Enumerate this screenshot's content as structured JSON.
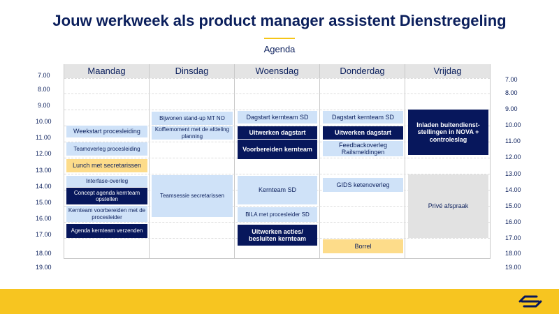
{
  "title": "Jouw werkweek als product manager assistent Dienstregeling",
  "subtitle": "Agenda",
  "days": [
    "Maandag",
    "Dinsdag",
    "Woensdag",
    "Donderdag",
    "Vrijdag"
  ],
  "times_left": [
    "7.00",
    "8.00",
    "9.00",
    "10.00",
    "11.00",
    "12.00",
    "13.00",
    "14.00",
    "15.00",
    "16.00",
    "17.00",
    "18.00",
    "19.00"
  ],
  "times_right": [
    "7.00",
    "8.00",
    "9.00",
    "10.00",
    "11.00",
    "12.00",
    "13.00",
    "14.00",
    "15.00",
    "16.00",
    "17.00",
    "18.00",
    "19.00"
  ],
  "events": {
    "ma_weekstart": "Weekstart procesleiding",
    "ma_teamoverleg": "Teamoverleg procesleiding",
    "ma_lunch": "Lunch met secretarissen",
    "ma_interfase": "Interfase-overleg",
    "ma_concept": "Concept agenda kernteam opstellen",
    "ma_kernteam_voorbereiden": "Kernteam voorbereiden met de procesleider",
    "ma_agenda": "Agenda kernteam verzenden",
    "di_standup": "Bijwonen stand-up MT NO",
    "di_koffie": "Koffiemoment met de afdeling planning",
    "di_teamsessie": "Teamsessie secretarissen",
    "wo_dagstart_sd": "Dagstart kernteam SD",
    "wo_uitwerken": "Uitwerken dagstart",
    "wo_voorbereiden": "Voorbereiden kernteam",
    "wo_kernteam_sd": "Kernteam SD",
    "wo_bila": "BILA met procesleider SD",
    "wo_acties": "Uitwerken acties/ besluiten kernteam",
    "do_dagstart_sd": "Dagstart kernteam SD",
    "do_uitwerken": "Uitwerken dagstart",
    "do_feedback": "Feedbackoverleg Railsmeldingen",
    "do_gids": "GIDS ketenoverleg",
    "do_borrel": "Borrel",
    "vr_inladen": "Inladen buitendienst-stellingen in NOVA + controleslag",
    "vr_prive": "Privé afspraak"
  },
  "colors": {
    "navy": "#07175c",
    "light_blue": "#cfe2f8",
    "yellow": "#f7c520",
    "light_yellow": "#fddc8a",
    "grey": "#e2e2e2"
  },
  "logo_icon": "ns-logo-icon"
}
